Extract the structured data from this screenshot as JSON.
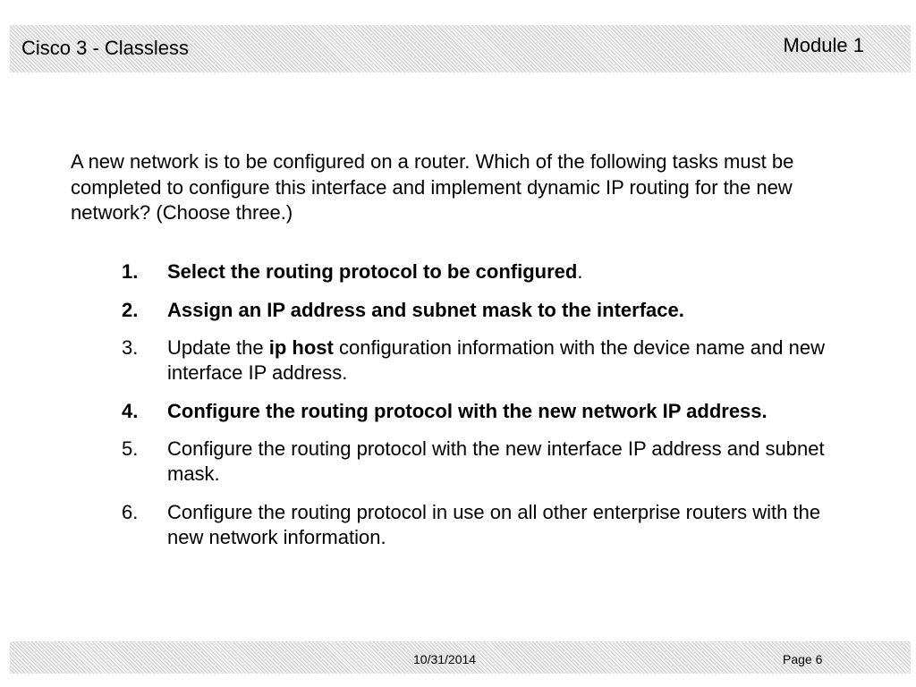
{
  "header": {
    "title": "Cisco 3 - Classless",
    "module": "Module 1"
  },
  "question": "A new network is to be configured on a router. Which of the following tasks must be completed to configure this interface and implement dynamic IP routing for the new network? (Choose three.)",
  "options": [
    {
      "number": "1.",
      "text": "Select the routing protocol to be configured",
      "suffix": ".",
      "bold": true
    },
    {
      "number": "2.",
      "text": "Assign an IP address and subnet mask to the interface.",
      "bold": true
    },
    {
      "number": "3.",
      "pre": "Update the ",
      "keyword": "ip host",
      "post": " configuration information with the device name and new interface IP address.",
      "bold": false
    },
    {
      "number": "4.",
      "text": "Configure the routing protocol with the new network IP address.",
      "bold": true
    },
    {
      "number": "5.",
      "text": "Configure the routing protocol with the new interface IP address and subnet mask.",
      "bold": false
    },
    {
      "number": "6.",
      "text": "Configure the routing protocol in use on all other enterprise routers with the new network information.",
      "bold": false
    }
  ],
  "footer": {
    "date": "10/31/2014",
    "page": "Page 6"
  }
}
